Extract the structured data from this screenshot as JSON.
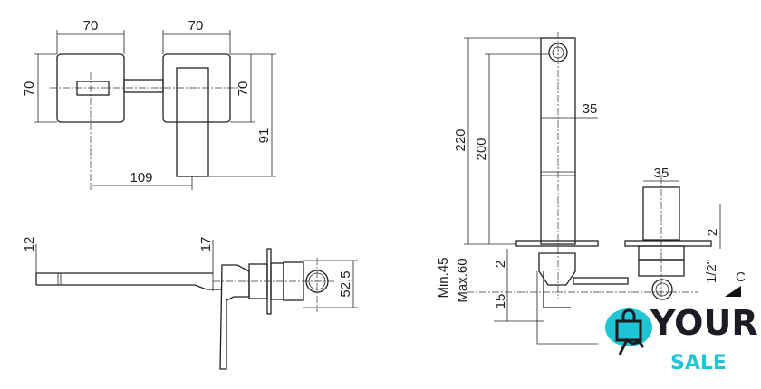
{
  "dimensions": {
    "top_left_width": "70",
    "top_right_width": "70",
    "left_height": "70",
    "right_height": "70",
    "lever_length": "91",
    "center_distance": "109",
    "spout_thickness": "12",
    "body_thickness": "17",
    "ring_diameter": "52,5",
    "total_height": "220",
    "spout_height": "200",
    "spout_width": "35",
    "valve_width": "35",
    "plate_thickness_right": "2",
    "plate_thickness_left": "2",
    "wall_min": "Min.45",
    "wall_max": "Max.60",
    "pipe_offset": "15",
    "thread": "1/2\"",
    "cold_marker": "C"
  },
  "logo": {
    "line1": "YOUR",
    "line2": "SALE",
    "colors": {
      "dark": "#1c1c24",
      "accent": "#20c4d4"
    }
  }
}
